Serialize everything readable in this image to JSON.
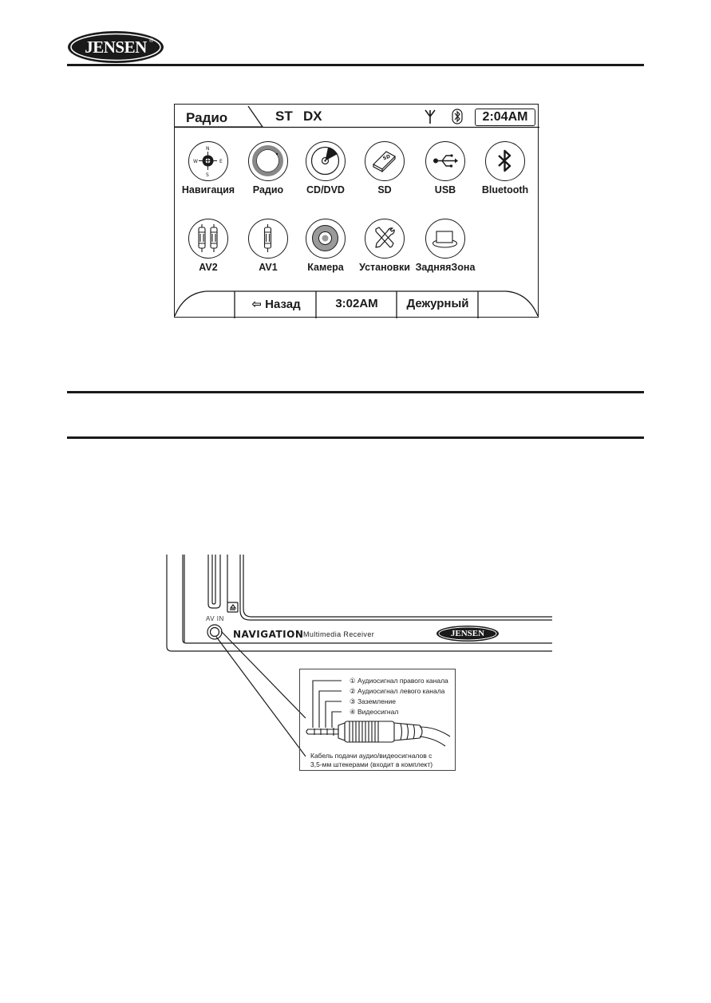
{
  "brand": {
    "logo_text": "JENSEN",
    "registered_mark": "®"
  },
  "screen": {
    "title": "Радио",
    "st": "ST",
    "dx": "DX",
    "clock": "2:04AM",
    "icons": [
      "antenna-icon",
      "bluetooth-icon"
    ],
    "apps_row1": [
      {
        "label": "Навигация",
        "icon": "compass-icon"
      },
      {
        "label": "Радио",
        "icon": "radio-dial-icon"
      },
      {
        "label": "CD/DVD",
        "icon": "disc-icon"
      },
      {
        "label": "SD",
        "icon": "sd-card-icon"
      },
      {
        "label": "USB",
        "icon": "usb-icon"
      },
      {
        "label": "Bluetooth",
        "icon": "bluetooth-icon"
      }
    ],
    "apps_row2": [
      {
        "label": "AV2",
        "icon": "dual-rca-icon"
      },
      {
        "label": "AV1",
        "icon": "rca-icon"
      },
      {
        "label": "Камера",
        "icon": "camera-lens-icon"
      },
      {
        "label": "Установки",
        "icon": "tools-icon"
      },
      {
        "label": "ЗадняяЗона",
        "icon": "rear-screen-icon"
      }
    ],
    "bottom_bar": {
      "back": "⇦ Назад",
      "time": "3:02AM",
      "standby": "Дежурный"
    }
  },
  "device": {
    "av_in_label": "AV IN",
    "nav_text": "NAVIGATION",
    "receiver_text": "Multimedia Receiver",
    "logo_text": "JENSEN"
  },
  "callout": {
    "pins": [
      {
        "num": "①",
        "text": "Аудиосигнал правого канала"
      },
      {
        "num": "②",
        "text": "Аудиосигнал левого канала"
      },
      {
        "num": "③",
        "text": "Заземление"
      },
      {
        "num": "④",
        "text": "Видеосигнал"
      }
    ],
    "caption_line1": "Кабель подачи аудио/видеосигналов с",
    "caption_line2": "3,5-мм штекерами (входит в комплект)"
  }
}
